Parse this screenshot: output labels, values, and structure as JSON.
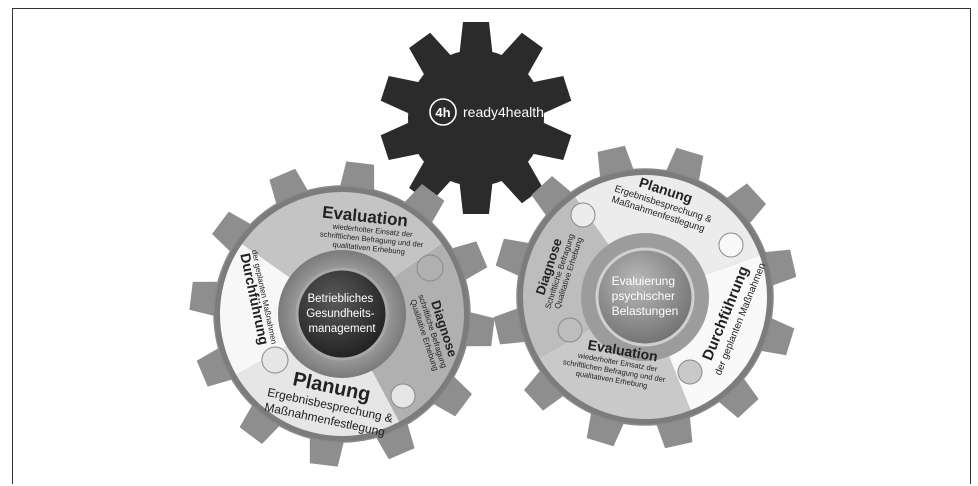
{
  "logo": {
    "mark": "4h",
    "text": "ready4health"
  },
  "left_gear": {
    "center": [
      "Betriebliches",
      "Gesundheits-",
      "management"
    ],
    "segments": {
      "evaluation": {
        "title": "Evaluation",
        "lines": [
          "wiederholter Einsatz der",
          "schriftlichen Befragung  und der",
          "qualitativen Erhebung"
        ]
      },
      "diagnose": {
        "title": "Diagnose",
        "lines": [
          "schriftliche Befragung",
          "Qualitative Erhebung"
        ]
      },
      "planung": {
        "title": "Planung",
        "lines": [
          "Ergebnisbesprechung  &",
          "Maßnahmenfestlegung"
        ]
      },
      "durchfuehrung": {
        "title": "Durchführung",
        "lines": [
          "der geplanten Maßnahmen"
        ]
      }
    }
  },
  "right_gear": {
    "center": [
      "Evaluierung",
      "psychischer",
      "Belastungen"
    ],
    "segments": {
      "planung": {
        "title": "Planung",
        "lines": [
          "Ergebnisbesprechung &",
          "Maßnahmenfestlegung"
        ]
      },
      "diagnose": {
        "title": "Diagnose",
        "lines": [
          "Schriftliche Befragung",
          "Qualitative Erhebung"
        ]
      },
      "evaluation": {
        "title": "Evaluation",
        "lines": [
          "wiederholter Einsatz der",
          "schriftlichen Befragung und der",
          "qualitativen Erhebung"
        ]
      },
      "durchfuehrung": {
        "title": "Durchführung",
        "lines": [
          "der geplanten Maßnahmen"
        ]
      }
    }
  }
}
